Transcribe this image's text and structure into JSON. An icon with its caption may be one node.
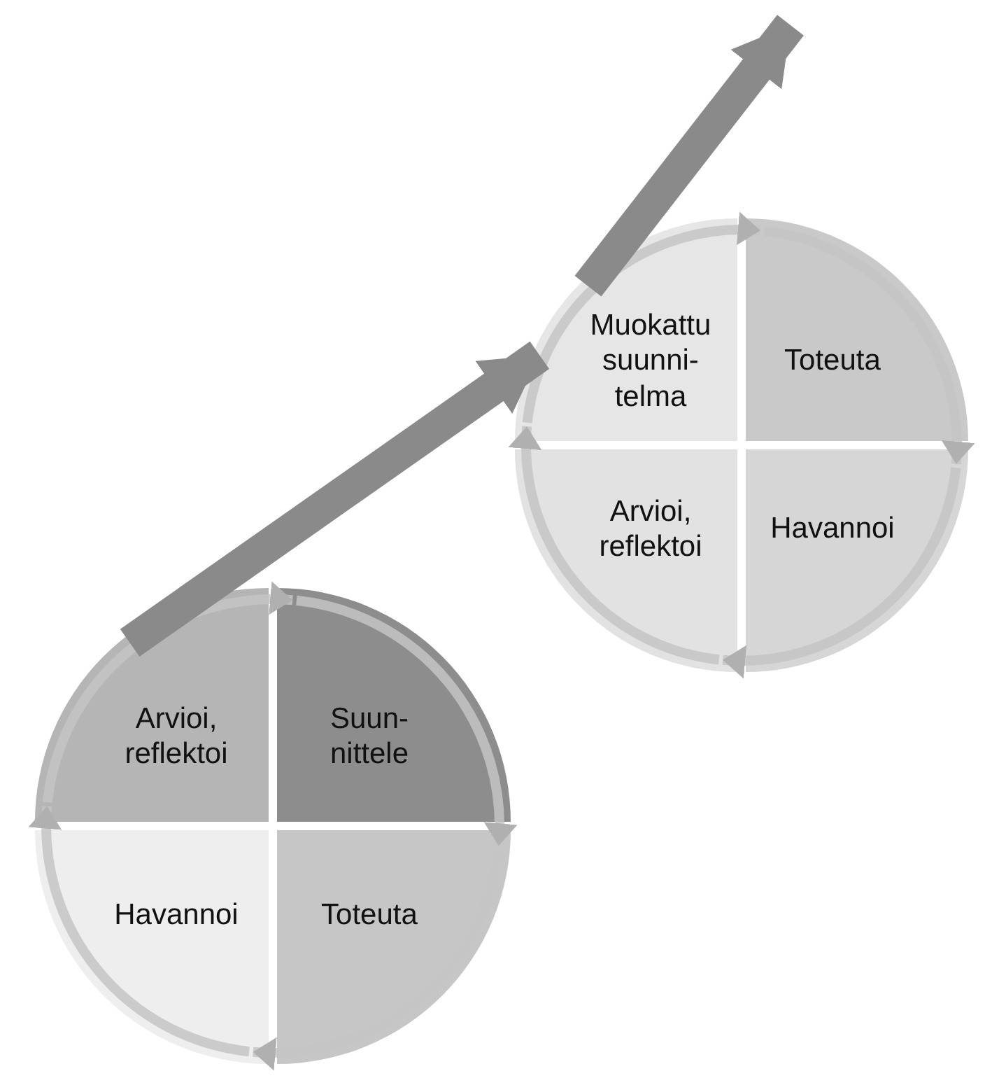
{
  "diagram": {
    "nodes": [
      {
        "text": [
          "Muokattu suunni-telma"
        ]
      },
      {
        "text": [
          "Toteuta"
        ]
      },
      {
        "text": [
          "Arvioi, reflektoi"
        ]
      },
      {
        "text": [
          "Havannoi"
        ]
      },
      {
        "text": [
          "Arvioi, reflektoi"
        ]
      },
      {
        "text": [
          "Suun-nittele"
        ]
      },
      {
        "text": [
          "Havannoi"
        ]
      },
      {
        "text": [
          "Toteuta"
        ]
      }
    ],
    "edges": [
      {
        "from": 0,
        "to": 1,
        "arrow": "to"
      },
      {
        "from": 1,
        "to": 3,
        "arrow": "to"
      },
      {
        "from": 3,
        "to": 2,
        "arrow": "to"
      },
      {
        "from": 2,
        "to": 0,
        "arrow": "to"
      },
      {
        "from": 4,
        "to": 5,
        "arrow": "to"
      },
      {
        "from": 5,
        "to": 7,
        "arrow": "to"
      },
      {
        "from": 7,
        "to": 6,
        "arrow": "to"
      },
      {
        "from": 6,
        "to": 4,
        "arrow": "to"
      },
      {
        "from": 4,
        "to": 0,
        "arrow": "to",
        "style": "thick"
      },
      {
        "from": 0,
        "to": null,
        "arrow": "to",
        "style": "thick"
      }
    ]
  }
}
